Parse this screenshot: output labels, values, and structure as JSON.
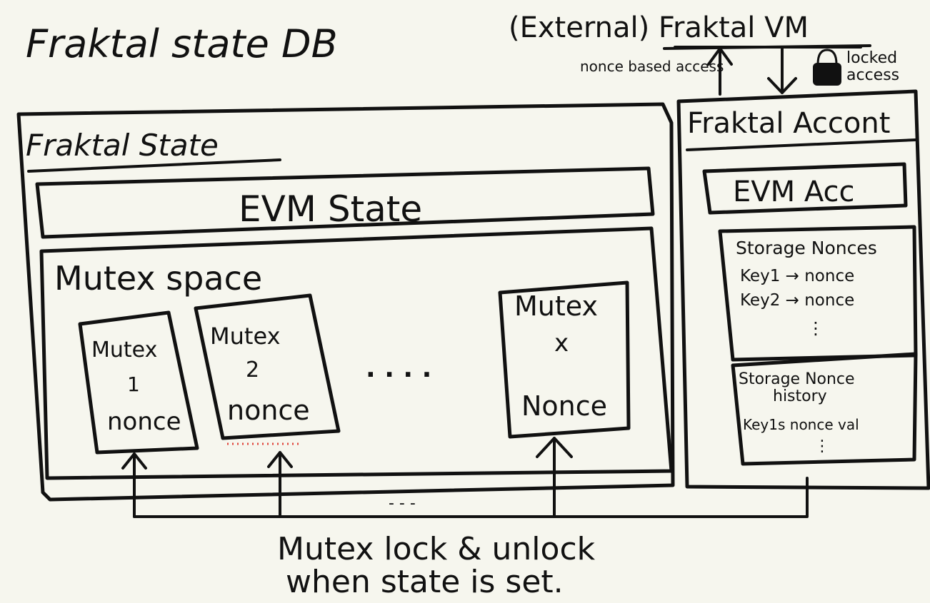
{
  "title": "Fraktal state DB",
  "vm": {
    "label": "(External) Fraktal VM",
    "nonce_access": "nonce based access",
    "locked_access_line1": "locked",
    "locked_access_line2": "access"
  },
  "state": {
    "title": "Fraktal State",
    "evm_state": "EVM State",
    "mutex_space": "Mutex space",
    "mutexes": [
      {
        "name": "Mutex",
        "id": "1",
        "nonce": "nonce"
      },
      {
        "name": "Mutex",
        "id": "2",
        "nonce": "nonce"
      },
      {
        "name": "Mutex",
        "id": "x",
        "nonce": "Nonce"
      }
    ],
    "ellipsis": ". . . .",
    "bottom_dots": "- - -"
  },
  "account": {
    "title": "Fraktal Accont",
    "evm_acc": "EVM Acc",
    "storage_nonces": {
      "title": "Storage Nonces",
      "rows": [
        "Key1 → nonce",
        "Key2 → nonce"
      ],
      "more": "⋮"
    },
    "storage_history": {
      "title_line1": "Storage Nonce",
      "title_line2": "history",
      "row": "Key1s nonce val",
      "more": "⋮"
    }
  },
  "caption": {
    "line1": "Mutex lock & unlock",
    "line2": "when state is set."
  }
}
